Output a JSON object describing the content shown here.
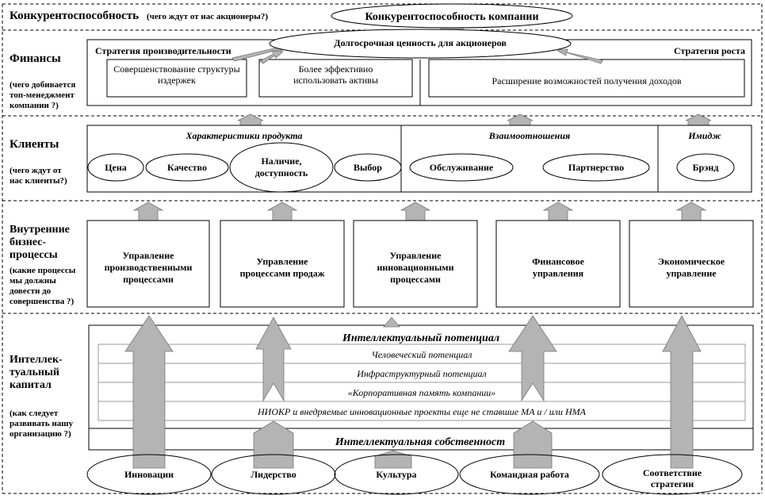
{
  "rows": {
    "competitiveness": {
      "title": "Конкурентоспособность",
      "subtitle": "(чего ждут от нас  акционеры?)"
    },
    "finance": {
      "title": "Финансы",
      "sub": [
        "(чего добивается",
        "топ-менеджмент",
        "компании ?)"
      ]
    },
    "clients": {
      "title": "Клиенты",
      "sub": [
        "(чего ждут от",
        "нас клиенты?)"
      ]
    },
    "internal": {
      "title": [
        "Внутренние",
        "бизнес-",
        "процессы"
      ],
      "sub": [
        "(какие процессы",
        "мы должны",
        "довести до",
        "совершенства ?)"
      ]
    },
    "intellectual": {
      "title": [
        "Интеллек-",
        "туальный",
        "капитал"
      ],
      "sub": [
        "(как следует",
        "развивать нашу",
        "организацию ?)"
      ]
    }
  },
  "top_goal": "Конкурентоспособность компании",
  "finance": {
    "long_term": "Долгосрочная ценность для акционеров",
    "productivity_strategy": "Стратегия производительности",
    "growth_strategy": "Стратегия роста",
    "boxes": [
      [
        "Совершенствование структуры",
        "издержек"
      ],
      [
        "Более эффективно",
        "использовать активы"
      ],
      [
        "Расширение возможностей получения доходов"
      ]
    ]
  },
  "clients": {
    "groups": [
      "Характеристики продукта",
      "Взаимоотношения",
      "Имидж"
    ],
    "items": [
      [
        "Цена"
      ],
      [
        "Качество"
      ],
      [
        "Наличие,",
        "доступность"
      ],
      [
        "Выбор"
      ],
      [
        "Обслуживание"
      ],
      [
        "Партнерство"
      ],
      [
        "Брэнд"
      ]
    ]
  },
  "processes": [
    [
      "Управление",
      "производственными",
      "процессами"
    ],
    [
      "Управление",
      "процессами продаж"
    ],
    [
      "Управление",
      "инновационными",
      "процессами"
    ],
    [
      "Финансовое",
      "управления"
    ],
    [
      "Экономическое",
      "управление"
    ]
  ],
  "intellectual": {
    "potential": "Интеллектуальный потенциал",
    "layers": [
      "Человеческий потенциал",
      "Инфраструктурный потенциал",
      "«Корпоративная память компании»",
      "НИОКР и внедряемые инновационные проекты еще не ставшие МА и / или НМА"
    ],
    "property": "Интеллектуальная собственност",
    "drivers": [
      [
        "Инновации"
      ],
      [
        "Лидерство"
      ],
      [
        "Культура"
      ],
      [
        "Командная работа"
      ],
      [
        "Соответствие",
        "стратегии"
      ]
    ]
  },
  "colors": {
    "arrow": "#b4b4b4",
    "line": "#000000"
  }
}
